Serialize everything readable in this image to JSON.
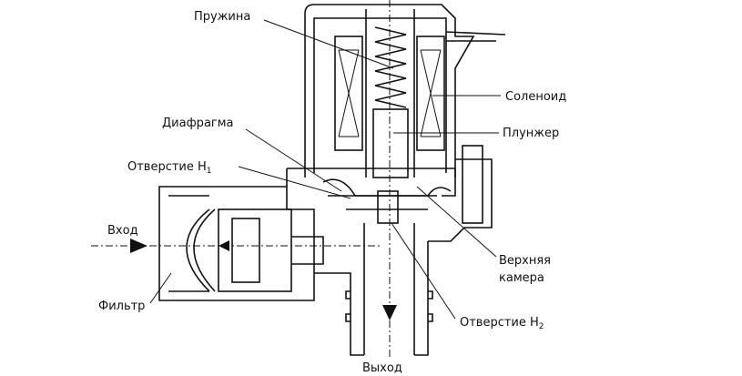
{
  "labels": {
    "spring": "Пружина",
    "solenoid": "Соленоид",
    "plunger": "Плунжер",
    "diaphragm": "Диафрагма",
    "orifice_h1": "Отверстие H",
    "orifice_h1_sub": "1",
    "inlet": "Вход",
    "filter": "Фильтр",
    "upper_chamber_line1": "Верхняя",
    "upper_chamber_line2": "камера",
    "orifice_h2": "Отверстие H",
    "orifice_h2_sub": "2",
    "outlet": "Выход"
  }
}
